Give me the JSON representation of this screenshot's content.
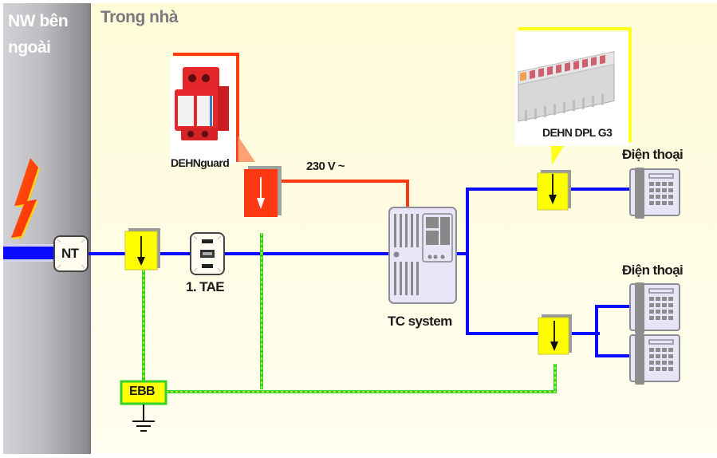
{
  "zones": {
    "outside": "NW bên ngoài",
    "inside": "Trong nhà"
  },
  "colors": {
    "telecom_line": "#0a0aff",
    "power_line": "#ff3a12",
    "earth_line": "#35d12a",
    "earth_dash": "#e7f536",
    "spd_yellow": "#ffff00",
    "spd_red": "#ff3a12",
    "callout_yellow": "#ffff1a",
    "device_body": "#e8e6f6"
  },
  "nodes": {
    "lightning": {
      "icon": "lightning-bolt-icon"
    },
    "nt": {
      "label": "NT"
    },
    "spd_entry": {
      "icon": "arrester-down-arrow-icon"
    },
    "tae": {
      "label": "1. TAE",
      "icon": "socket-icon"
    },
    "dehnguard": {
      "label": "DEHNguard",
      "icon": "dehnguard-module-icon"
    },
    "power_label": "230 V ~",
    "tc_system": {
      "label": "TC system",
      "icon": "pbx-icon"
    },
    "dpl_g3": {
      "label": "DEHN DPL G3",
      "icon": "terminal-block-icon"
    },
    "phone_top": {
      "label": "Điện thoại",
      "icon": "telephone-icon"
    },
    "phone_bottom_group": {
      "label": "Điện thoại",
      "icon": "telephone-icon"
    },
    "ebb": {
      "label": "EBB",
      "icon": "earth-ground-icon"
    }
  }
}
